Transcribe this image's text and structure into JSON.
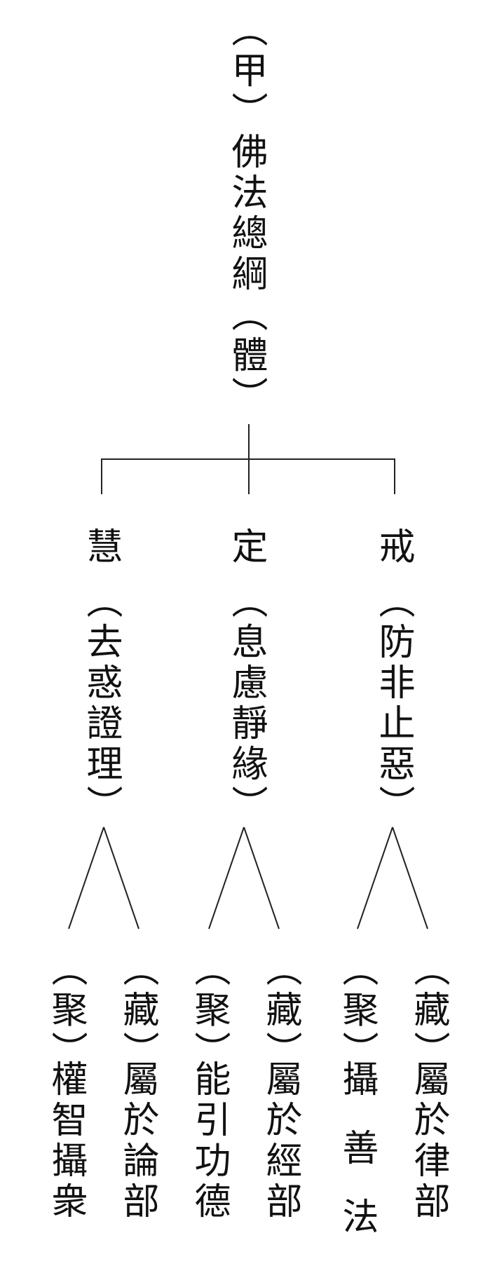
{
  "root": {
    "label": "（甲）佛法總綱（體）"
  },
  "branches": [
    {
      "title": "戒",
      "subtitle": "（防非止惡）",
      "leaves": [
        {
          "tag": "（聚）",
          "text": "攝善法"
        },
        {
          "tag": "（藏）",
          "text": "屬於律部"
        }
      ]
    },
    {
      "title": "定",
      "subtitle": "（息慮靜緣）",
      "leaves": [
        {
          "tag": "（聚）",
          "text": "能引功德"
        },
        {
          "tag": "（藏）",
          "text": "屬於經部"
        }
      ]
    },
    {
      "title": "慧",
      "subtitle": "（去惑證理）",
      "leaves": [
        {
          "tag": "（聚）",
          "text": "權智攝衆"
        },
        {
          "tag": "（藏）",
          "text": "屬於論部"
        }
      ]
    }
  ]
}
